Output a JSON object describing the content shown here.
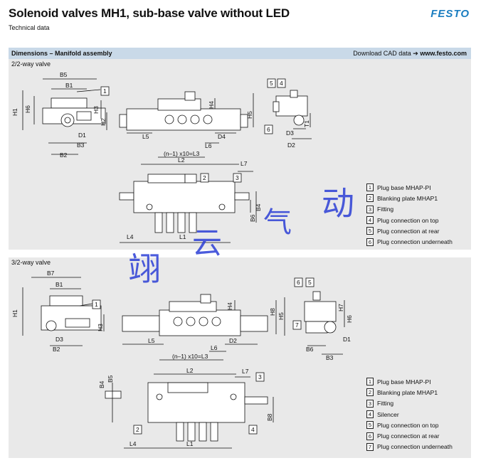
{
  "header": {
    "title": "Solenoid valves MH1, sub-base valve without LED",
    "subtitle": "Technical data",
    "logo": "FESTO"
  },
  "section": {
    "title": "Dimensions – Manifold assembly",
    "cad_prefix": "Download CAD data",
    "cad_arrow": "➔",
    "cad_link": "www.festo.com"
  },
  "panel1": {
    "label": "2/2-way valve",
    "legend": [
      {
        "num": "1",
        "text": "Plug base MHAP-PI"
      },
      {
        "num": "2",
        "text": "Blanking plate MHAP1"
      },
      {
        "num": "3",
        "text": "Fitting"
      },
      {
        "num": "4",
        "text": "Plug connection on top"
      },
      {
        "num": "5",
        "text": "Plug connection at rear"
      },
      {
        "num": "6",
        "text": "Plug connection underneath"
      }
    ],
    "dims": {
      "b5": "B5",
      "b1": "B1",
      "h1": "H1",
      "h6": "H6",
      "h3": "H3",
      "h2": "H2",
      "d1": "D1",
      "b3": "B3",
      "b2": "B2",
      "h4": "H4",
      "h5": "H5",
      "l5": "L5",
      "d4": "D4",
      "l6": "L6",
      "n_formula": "(n–1) x10=L3",
      "d3": "D3",
      "d2": "D2",
      "t1": "T1",
      "l2": "L2",
      "l7": "L7",
      "b4": "B4",
      "b6": "B6",
      "l4": "L4",
      "l1": "L1",
      "c1": "1",
      "c2": "2",
      "c3": "3",
      "c4": "4",
      "c5": "5",
      "c6": "6"
    }
  },
  "panel2": {
    "label": "3/2-way valve",
    "legend": [
      {
        "num": "1",
        "text": "Plug base MHAP-PI"
      },
      {
        "num": "2",
        "text": "Blanking plate MHAP1"
      },
      {
        "num": "3",
        "text": "Fitting"
      },
      {
        "num": "4",
        "text": "Silencer"
      },
      {
        "num": "5",
        "text": "Plug connection on top"
      },
      {
        "num": "6",
        "text": "Plug connection at rear"
      },
      {
        "num": "7",
        "text": "Plug connection underneath"
      }
    ],
    "dims": {
      "b7": "B7",
      "b1": "B1",
      "h1": "H1",
      "h3": "H3",
      "d3": "D3",
      "b2": "B2",
      "h4": "H4",
      "h8": "H8",
      "h5": "H5",
      "l5": "L5",
      "d2": "D2",
      "l6": "L6",
      "n_formula": "(n–1) x10=L3",
      "h7": "H7",
      "h6": "H6",
      "d1": "D1",
      "b6": "B6",
      "b3": "B3",
      "l2": "L2",
      "l7": "L7",
      "b5": "B5",
      "b4": "B4",
      "b8": "B8",
      "l4": "L4",
      "l1": "L1",
      "c1": "1",
      "c2": "2",
      "c3": "3",
      "c4": "4",
      "c5": "5",
      "c6": "6",
      "c7": "7"
    }
  },
  "watermark": {
    "c1": "动",
    "c2": "气",
    "c3": "云",
    "c4": "翊"
  }
}
